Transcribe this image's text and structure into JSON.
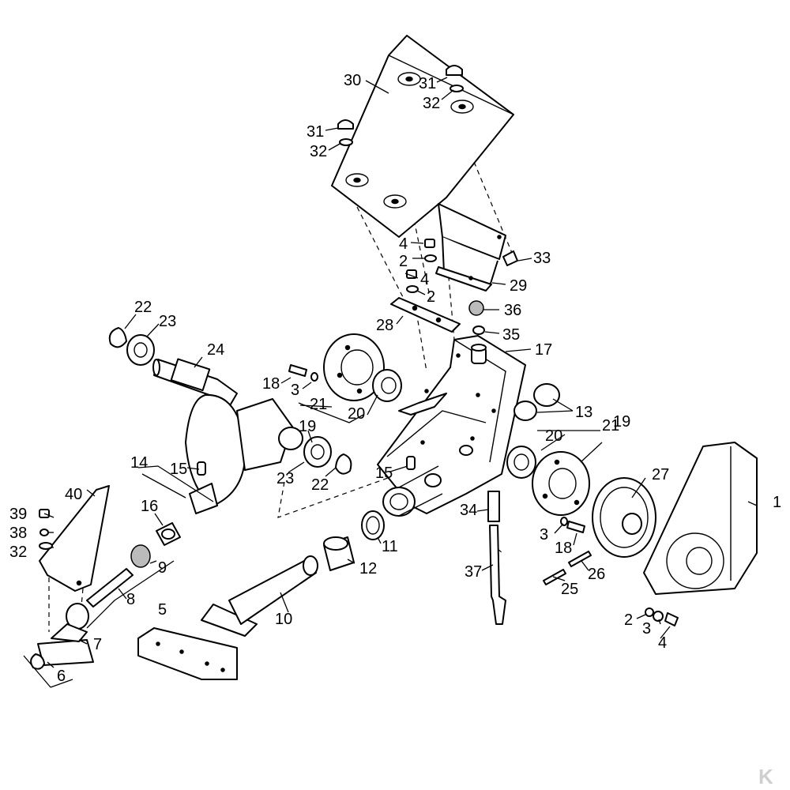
{
  "diagram": {
    "labels": {
      "p1": "1",
      "p2a": "2",
      "p2b": "2",
      "p2c": "2",
      "p3a": "3",
      "p3b": "3",
      "p3c": "3",
      "p4a": "4",
      "p4b": "4",
      "p4c": "4",
      "p5": "5",
      "p6": "6",
      "p7": "7",
      "p8": "8",
      "p9": "9",
      "p10": "10",
      "p11": "11",
      "p12": "12",
      "p13": "13",
      "p14": "14",
      "p15a": "15",
      "p15b": "15",
      "p16": "16",
      "p17": "17",
      "p18a": "18",
      "p18b": "18",
      "p19a": "19",
      "p19b": "19",
      "p20a": "20",
      "p20b": "20",
      "p21a": "21",
      "p21b": "21",
      "p22a": "22",
      "p22b": "22",
      "p23a": "23",
      "p23b": "23",
      "p24": "24",
      "p25": "25",
      "p26": "26",
      "p27": "27",
      "p28": "28",
      "p29": "29",
      "p30": "30",
      "p31a": "31",
      "p31b": "31",
      "p32a": "32",
      "p32b": "32",
      "p32c": "32",
      "p33": "33",
      "p34": "34",
      "p35": "35",
      "p36": "36",
      "p37": "37",
      "p38": "38",
      "p39": "39",
      "p40": "40"
    },
    "logo_text": "K"
  }
}
